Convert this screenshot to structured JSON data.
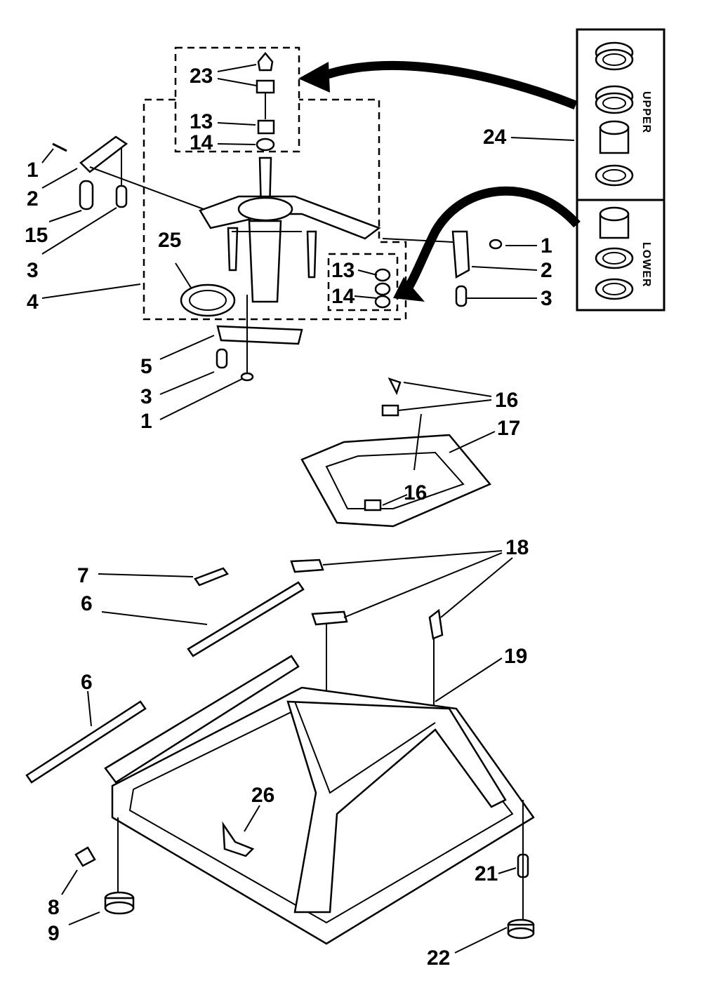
{
  "labels": {
    "l1a": "1",
    "l2a": "2",
    "l15": "15",
    "l3a": "3",
    "l4": "4",
    "l23": "23",
    "l13a": "13",
    "l14a": "14",
    "l25": "25",
    "l24": "24",
    "l1b": "1",
    "l2b": "2",
    "l3b": "3",
    "l13b": "13",
    "l14b": "14",
    "l5": "5",
    "l3c": "3",
    "l1c": "1",
    "l16a": "16",
    "l17": "17",
    "l16b": "16",
    "l18": "18",
    "l7": "7",
    "l6a": "6",
    "l6b": "6",
    "l19": "19",
    "l26": "26",
    "l8": "8",
    "l9": "9",
    "l21": "21",
    "l22": "22"
  },
  "panel": {
    "upper": "UPPER",
    "lower": "LOWER"
  }
}
